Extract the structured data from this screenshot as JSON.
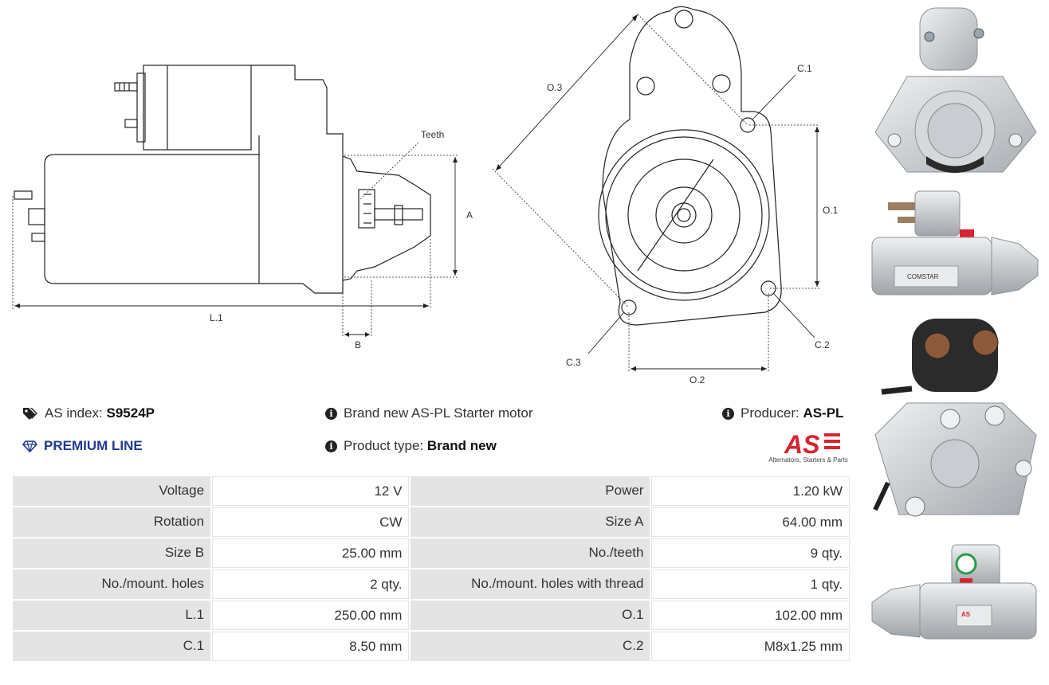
{
  "diagram": {
    "labels": {
      "teeth": "Teeth",
      "a": "A",
      "b": "B",
      "l1": "L.1",
      "o1": "O.1",
      "o2": "O.2",
      "o3": "O.3",
      "c1": "C.1",
      "c2": "C.2",
      "c3": "C.3"
    }
  },
  "photos": {
    "side_label_top": "COMSTAR",
    "side_label_bottom": "AS"
  },
  "info": {
    "as_index_label": "AS index:",
    "as_index_value": "S9524P",
    "premium_label": "PREMIUM LINE",
    "description": "Brand new AS-PL Starter motor",
    "product_type_label": "Product type:",
    "product_type_value": "Brand new",
    "producer_label": "Producer:",
    "producer_value": "AS-PL",
    "logo_text": "AS",
    "logo_tagline": "Alternators, Starters & Parts"
  },
  "specs": [
    [
      {
        "k": "Voltage",
        "v": "12 V"
      },
      {
        "k": "Power",
        "v": "1.20 kW"
      }
    ],
    [
      {
        "k": "Rotation",
        "v": "CW"
      },
      {
        "k": "Size A",
        "v": "64.00 mm"
      }
    ],
    [
      {
        "k": "Size B",
        "v": "25.00 mm"
      },
      {
        "k": "No./teeth",
        "v": "9 qty."
      }
    ],
    [
      {
        "k": "No./mount. holes",
        "v": "2 qty."
      },
      {
        "k": "No./mount. holes with thread",
        "v": "1 qty."
      }
    ],
    [
      {
        "k": "L.1",
        "v": "250.00 mm"
      },
      {
        "k": "O.1",
        "v": "102.00 mm"
      }
    ],
    [
      {
        "k": "C.1",
        "v": "8.50 mm"
      },
      {
        "k": "C.2",
        "v": "M8x1.25 mm"
      }
    ]
  ],
  "colors": {
    "premium": "#1f3a93",
    "logo_red": "#d9232e",
    "table_key_bg": "#e4e4e4"
  }
}
